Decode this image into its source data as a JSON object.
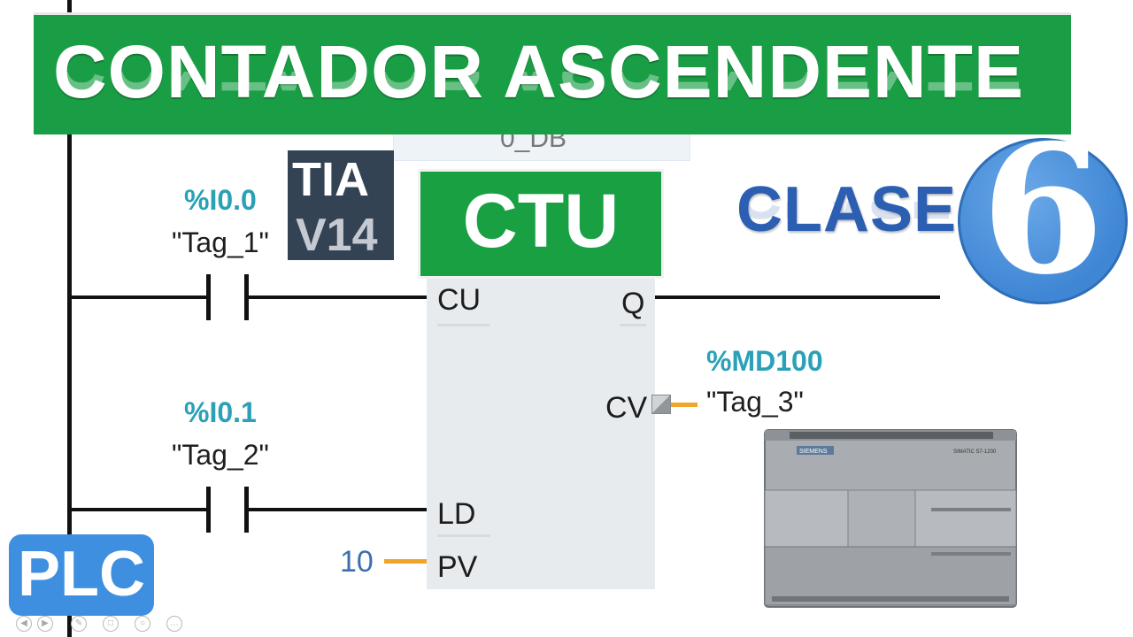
{
  "banner": {
    "title": "CONTADOR ASCENDENTE"
  },
  "instance_db": {
    "label": "0_DB"
  },
  "badge_tia": {
    "line1": "TIA",
    "line2": "V14"
  },
  "function_block": {
    "type": "CTU",
    "pins": {
      "cu": "CU",
      "q": "Q",
      "cv": "CV",
      "ld": "LD",
      "pv": "PV"
    }
  },
  "contacts": [
    {
      "address": "%I0.0",
      "tag": "\"Tag_1\""
    },
    {
      "address": "%I0.1",
      "tag": "\"Tag_2\""
    }
  ],
  "output_cv": {
    "address": "%MD100",
    "tag": "\"Tag_3\""
  },
  "preset_value": "10",
  "clase": {
    "label": "CLASE",
    "number": "6"
  },
  "plc_badge": {
    "label": "PLC"
  },
  "hardware": {
    "brand": "SIEMENS",
    "model": "SIMATIC S7-1200"
  },
  "colors": {
    "banner_green": "#1a9e45",
    "tag_address": "#2aa1b6",
    "connection_orange": "#f0a52a",
    "clase_blue": "#2c5fb2",
    "plc_blue": "#3f8fe0",
    "tia_badge": "#344354"
  },
  "toolbar_icons": [
    "previous-icon",
    "play-icon",
    "edit-icon",
    "save-icon",
    "zoom-icon",
    "more-icon"
  ]
}
